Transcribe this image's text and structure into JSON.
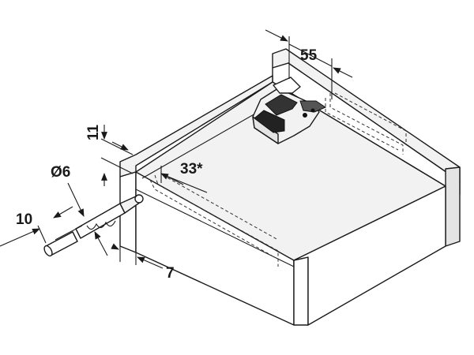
{
  "dimensions": {
    "bracket_offset": "55",
    "height_offset": "11",
    "hole_diameter": "Ø6",
    "hole_depth": "10",
    "front_spacing": "33*",
    "side_inset": "7"
  },
  "icons": {
    "drill_bit": "drill-bit-icon",
    "locking_device": "locking-device-icon",
    "dowel": "dowel-icon"
  }
}
